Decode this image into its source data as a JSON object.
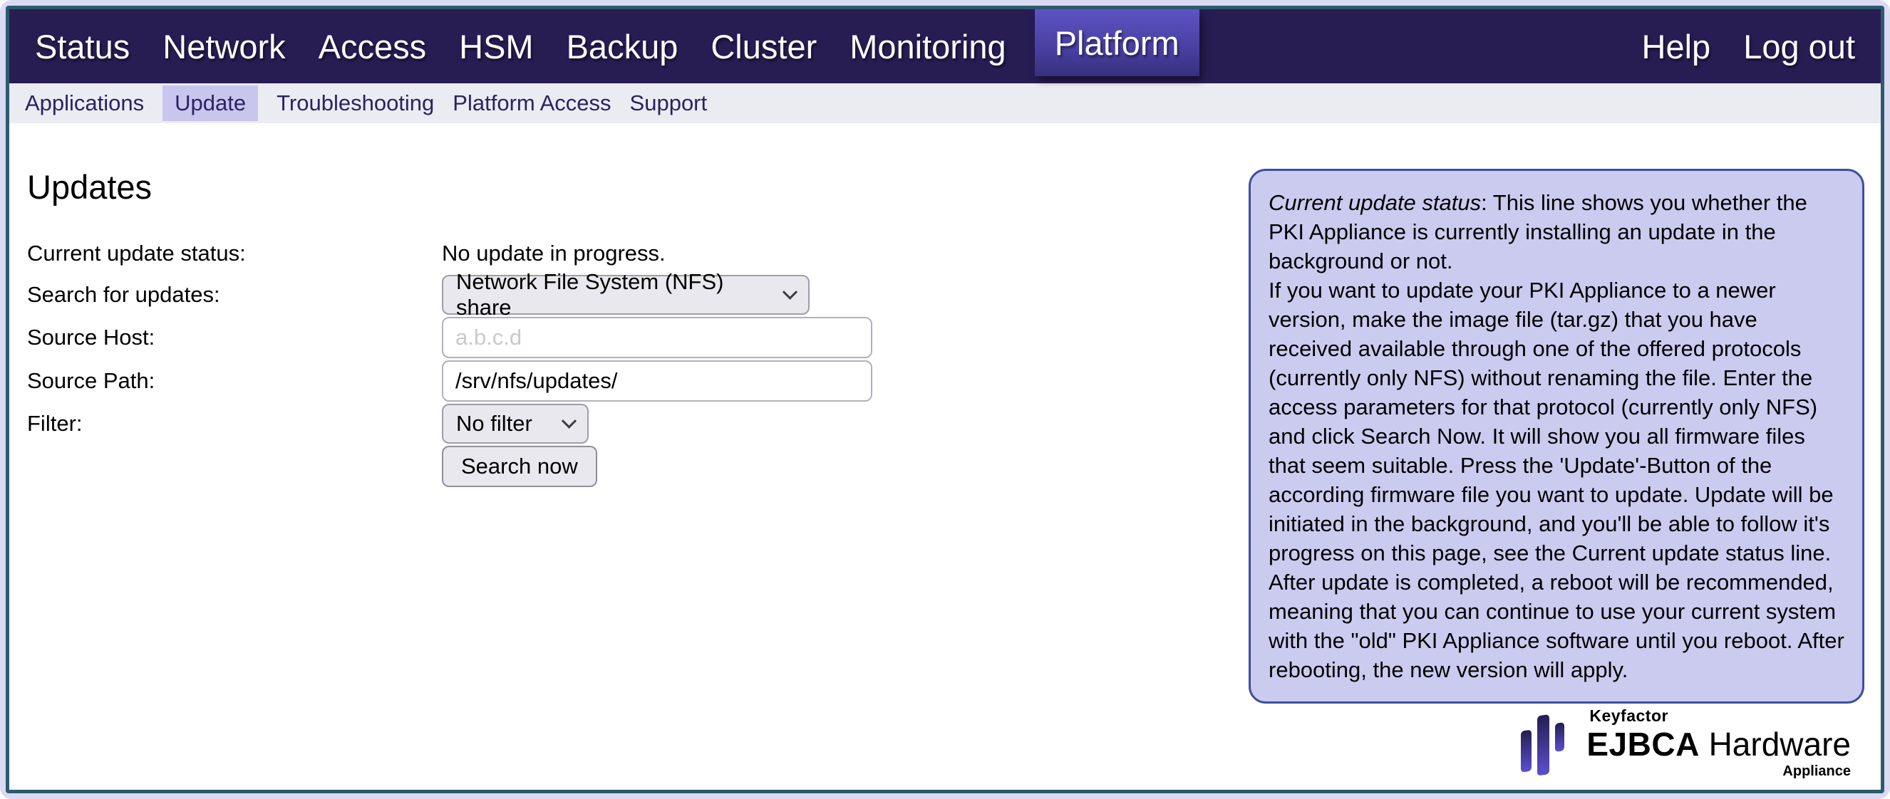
{
  "topnav": {
    "items": [
      "Status",
      "Network",
      "Access",
      "HSM",
      "Backup",
      "Cluster",
      "Monitoring",
      "Platform"
    ],
    "active_item": "Platform",
    "right_items": [
      "Help",
      "Log out"
    ]
  },
  "subnav": {
    "items": [
      "Applications",
      "Update",
      "Troubleshooting",
      "Platform Access",
      "Support"
    ],
    "active_item": "Update"
  },
  "content": {
    "title": "Updates",
    "status_label": "Current update status:",
    "status_value": "No update in progress.",
    "search_label": "Search for updates:",
    "search_select_value": "Network File System (NFS) share",
    "source_host_label": "Source Host:",
    "source_host_placeholder": "a.b.c.d",
    "source_host_value": "",
    "source_path_label": "Source Path:",
    "source_path_value": "/srv/nfs/updates/",
    "filter_label": "Filter:",
    "filter_select_value": "No filter",
    "search_button_label": "Search now"
  },
  "help_box": {
    "p1_italic": "Current update status",
    "p1_rest": ": This line shows you whether the PKI Appliance is currently installing an update in the background or not.",
    "p2": "If you want to update your PKI Appliance to a newer version, make the image file (tar.gz) that you have received available through one of the offered protocols (currently only NFS) without renaming the file. Enter the access parameters for that protocol (currently only NFS) and click Search Now. It will show you all firmware files that seem suitable. Press the 'Update'-Button of the according firmware file you want to update. Update will be initiated in the background, and you'll be able to follow it's progress on this page, see the Current update status line.",
    "p3": "After update is completed, a reboot will be recommended, meaning that you can continue to use your current system with the \"old\" PKI Appliance software until you reboot. After rebooting, the new version will apply."
  },
  "logo": {
    "keyfactor": "Keyfactor",
    "ejbca": "EJBCA",
    "hardware": " Hardware",
    "appliance": "Appliance"
  },
  "colors": {
    "topnav_bg": "#271d53",
    "topnav_active_top": "#5d53c2",
    "topnav_active_bottom": "#37307e",
    "subnav_bg": "#ebebf2",
    "subnav_active_bg": "#c9c6ee",
    "subnav_text": "#2a2263",
    "frame_border": "#2d5a6e",
    "outer_margin": "#dadaf2",
    "helpbox_bg": "#cbcbf0",
    "helpbox_border": "#3d4f9f",
    "control_bg": "#e9e8ee",
    "logo_gradient_top": "#241f4e",
    "logo_gradient_bottom": "#5b4fd0"
  }
}
